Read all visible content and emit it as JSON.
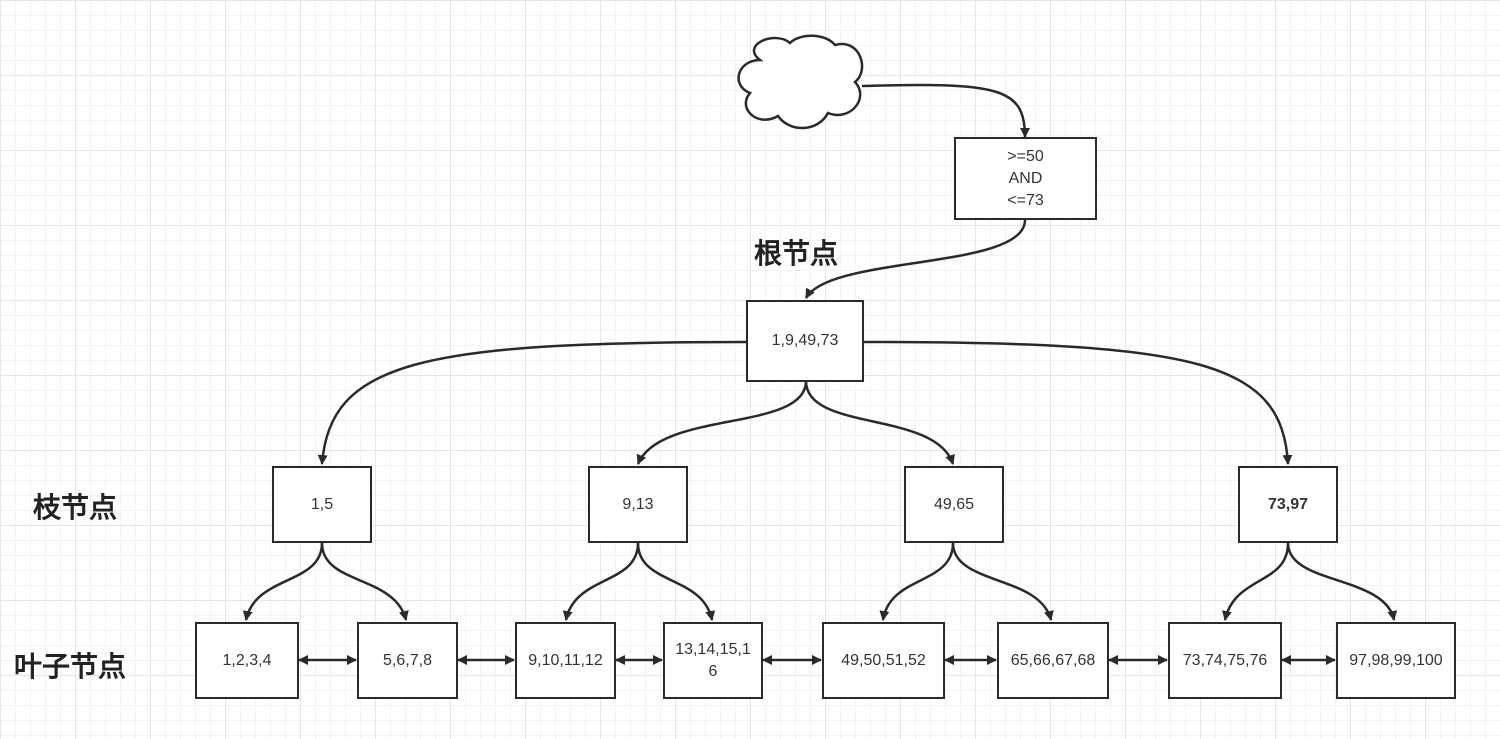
{
  "query": {
    "text": ">=50\nAND\n<=73"
  },
  "labels": {
    "root": "根节点",
    "branch": "枝节点",
    "leaf": "叶子节点"
  },
  "root": {
    "text": "1,9,49,73"
  },
  "branches": [
    {
      "text": "1,5"
    },
    {
      "text": "9,13"
    },
    {
      "text": "49,65"
    },
    {
      "text": "73,97"
    }
  ],
  "leaves": [
    {
      "text": "1,2,3,4"
    },
    {
      "text": "5,6,7,8"
    },
    {
      "text": "9,10,11,12"
    },
    {
      "text": "13,14,15,16"
    },
    {
      "text": "49,50,51,52"
    },
    {
      "text": "65,66,67,68"
    },
    {
      "text": "73,74,75,76"
    },
    {
      "text": "97,98,99,100"
    }
  ],
  "colors": {
    "stroke": "#2a2a2a",
    "text": "#333333"
  }
}
